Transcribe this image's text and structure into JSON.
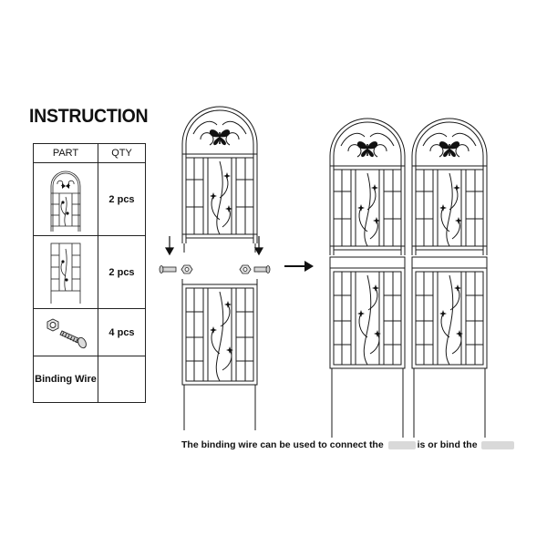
{
  "title": "INSTRUCTION",
  "table": {
    "headers": {
      "part": "PART",
      "qty": "QTY"
    },
    "rows": [
      {
        "part_icon": "trellis-top-panel-icon",
        "qty": "2 pcs"
      },
      {
        "part_icon": "trellis-bottom-panel-icon",
        "qty": "2 pcs"
      },
      {
        "part_icon": "bolt-and-nut-icon",
        "qty": "4 pcs"
      },
      {
        "part": "Binding Wire",
        "qty": ""
      }
    ]
  },
  "caption": {
    "part1": "The binding wire can be used to connect the",
    "part2": "is or bind the"
  },
  "colors": {
    "line": "#1a1a1a",
    "butterfly": "#111111",
    "text": "#111111"
  }
}
